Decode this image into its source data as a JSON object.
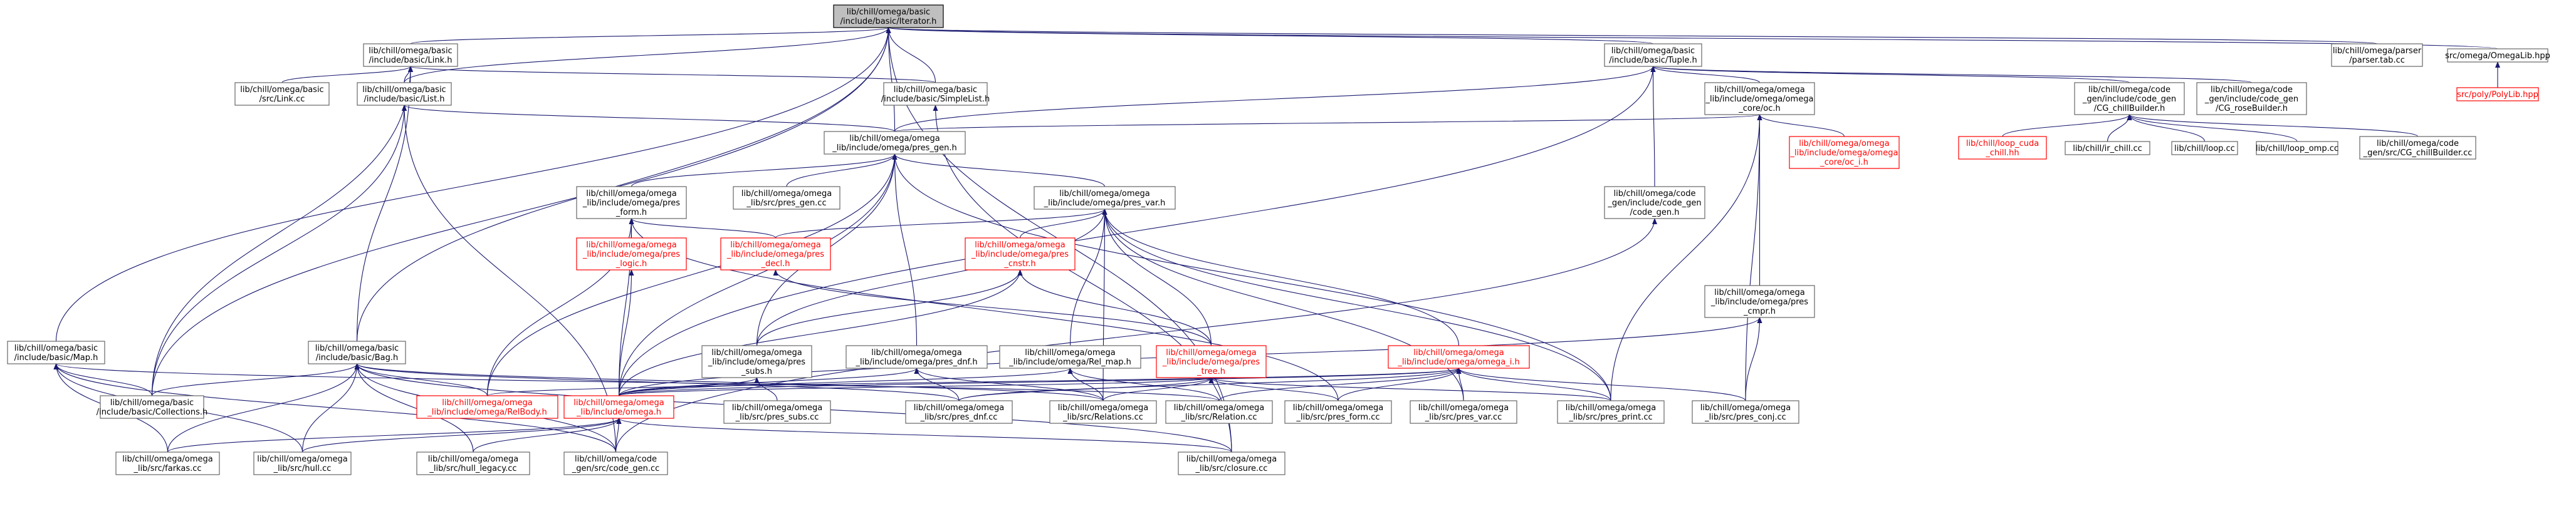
{
  "colors": {
    "edge": "#191970",
    "node_border": "#666666",
    "root_fill": "#bfbfbf",
    "missing_file_border": "#ff0000"
  },
  "nodes": [
    {
      "id": "iterator",
      "lines": [
        "lib/chill/omega/basic",
        "/include/basic/Iterator.h"
      ],
      "root": true
    },
    {
      "id": "link",
      "lines": [
        "lib/chill/omega/basic",
        "/include/basic/Link.h"
      ]
    },
    {
      "id": "tuple",
      "lines": [
        "lib/chill/omega/basic",
        "/include/basic/Tuple.h"
      ]
    },
    {
      "id": "parser",
      "lines": [
        "lib/chill/omega/parser",
        "/parser.tab.cc"
      ]
    },
    {
      "id": "omegalib",
      "lines": [
        "src/omega/OmegaLib.hpp"
      ]
    },
    {
      "id": "polylib",
      "lines": [
        "src/poly/PolyLib.hpp"
      ],
      "red": true
    },
    {
      "id": "link_cc",
      "lines": [
        "lib/chill/omega/basic",
        "/src/Link.cc"
      ]
    },
    {
      "id": "list",
      "lines": [
        "lib/chill/omega/basic",
        "/include/basic/List.h"
      ]
    },
    {
      "id": "simplelist",
      "lines": [
        "lib/chill/omega/basic",
        "/include/basic/SimpleList.h"
      ]
    },
    {
      "id": "oc",
      "lines": [
        "lib/chill/omega/omega",
        "_lib/include/omega/omega",
        "_core/oc.h"
      ]
    },
    {
      "id": "cg_chillbuilder",
      "lines": [
        "lib/chill/omega/code",
        "_gen/include/code_gen",
        "/CG_chillBuilder.h"
      ]
    },
    {
      "id": "cg_rosebuilder",
      "lines": [
        "lib/chill/omega/code",
        "_gen/include/code_gen",
        "/CG_roseBuilder.h"
      ]
    },
    {
      "id": "pres_gen",
      "lines": [
        "lib/chill/omega/omega",
        "_lib/include/omega/pres_gen.h"
      ]
    },
    {
      "id": "oc_i",
      "lines": [
        "lib/chill/omega/omega",
        "_lib/include/omega/omega",
        "_core/oc_i.h"
      ],
      "red": true
    },
    {
      "id": "loop_cuda",
      "lines": [
        "lib/chill/loop_cuda",
        "_chill.hh"
      ],
      "red": true
    },
    {
      "id": "ir_chill",
      "lines": [
        "lib/chill/ir_chill.cc"
      ]
    },
    {
      "id": "loop_cc",
      "lines": [
        "lib/chill/loop.cc"
      ]
    },
    {
      "id": "loop_omp",
      "lines": [
        "lib/chill/loop_omp.cc"
      ]
    },
    {
      "id": "cg_chillbuilder_cc",
      "lines": [
        "lib/chill/omega/code",
        "_gen/src/CG_chillBuilder.cc"
      ]
    },
    {
      "id": "pres_form",
      "lines": [
        "lib/chill/omega/omega",
        "_lib/include/omega/pres",
        "_form.h"
      ]
    },
    {
      "id": "pres_gen_cc",
      "lines": [
        "lib/chill/omega/omega",
        "_lib/src/pres_gen.cc"
      ]
    },
    {
      "id": "pres_var",
      "lines": [
        "lib/chill/omega/omega",
        "_lib/include/omega/pres_var.h"
      ]
    },
    {
      "id": "code_gen_h",
      "lines": [
        "lib/chill/omega/code",
        "_gen/include/code_gen",
        "/code_gen.h"
      ]
    },
    {
      "id": "pres_logic",
      "lines": [
        "lib/chill/omega/omega",
        "_lib/include/omega/pres",
        "_logic.h"
      ],
      "red": true
    },
    {
      "id": "pres_decl",
      "lines": [
        "lib/chill/omega/omega",
        "_lib/include/omega/pres",
        "_decl.h"
      ],
      "red": true
    },
    {
      "id": "pres_cnstr",
      "lines": [
        "lib/chill/omega/omega",
        "_lib/include/omega/pres",
        "_cnstr.h"
      ],
      "red": true
    },
    {
      "id": "pres_cmpr",
      "lines": [
        "lib/chill/omega/omega",
        "_lib/include/omega/pres",
        "_cmpr.h"
      ]
    },
    {
      "id": "map_h",
      "lines": [
        "lib/chill/omega/basic",
        "/include/basic/Map.h"
      ]
    },
    {
      "id": "bag_h",
      "lines": [
        "lib/chill/omega/basic",
        "/include/basic/Bag.h"
      ]
    },
    {
      "id": "pres_subs",
      "lines": [
        "lib/chill/omega/omega",
        "_lib/include/omega/pres",
        "_subs.h"
      ]
    },
    {
      "id": "pres_dnf",
      "lines": [
        "lib/chill/omega/omega",
        "_lib/include/omega/pres_dnf.h"
      ]
    },
    {
      "id": "rel_map",
      "lines": [
        "lib/chill/omega/omega",
        "_lib/include/omega/Rel_map.h"
      ]
    },
    {
      "id": "pres_tree",
      "lines": [
        "lib/chill/omega/omega",
        "_lib/include/omega/pres",
        "_tree.h"
      ],
      "red": true
    },
    {
      "id": "omega_i",
      "lines": [
        "lib/chill/omega/omega",
        "_lib/include/omega/omega_i.h"
      ],
      "red": true
    },
    {
      "id": "relbody",
      "lines": [
        "lib/chill/omega/omega",
        "_lib/include/omega/RelBody.h"
      ],
      "red": true
    },
    {
      "id": "omega_h",
      "lines": [
        "lib/chill/omega/omega",
        "_lib/include/omega.h"
      ],
      "red": true
    },
    {
      "id": "pres_subs_cc",
      "lines": [
        "lib/chill/omega/omega",
        "_lib/src/pres_subs.cc"
      ]
    },
    {
      "id": "pres_dnf_cc",
      "lines": [
        "lib/chill/omega/omega",
        "_lib/src/pres_dnf.cc"
      ]
    },
    {
      "id": "relations_cc",
      "lines": [
        "lib/chill/omega/omega",
        "_lib/src/Relations.cc"
      ]
    },
    {
      "id": "relation_cc",
      "lines": [
        "lib/chill/omega/omega",
        "_lib/src/Relation.cc"
      ]
    },
    {
      "id": "pres_form_cc",
      "lines": [
        "lib/chill/omega/omega",
        "_lib/src/pres_form.cc"
      ]
    },
    {
      "id": "pres_var_cc",
      "lines": [
        "lib/chill/omega/omega",
        "_lib/src/pres_var.cc"
      ]
    },
    {
      "id": "pres_print_cc",
      "lines": [
        "lib/chill/omega/omega",
        "_lib/src/pres_print.cc"
      ]
    },
    {
      "id": "pres_conj_cc",
      "lines": [
        "lib/chill/omega/omega",
        "_lib/src/pres_conj.cc"
      ]
    },
    {
      "id": "collections",
      "lines": [
        "lib/chill/omega/basic",
        "/include/basic/Collections.h"
      ]
    },
    {
      "id": "farkas_cc",
      "lines": [
        "lib/chill/omega/omega",
        "_lib/src/farkas.cc"
      ]
    },
    {
      "id": "hull_cc",
      "lines": [
        "lib/chill/omega/omega",
        "_lib/src/hull.cc"
      ]
    },
    {
      "id": "hull_legacy_cc",
      "lines": [
        "lib/chill/omega/omega",
        "_lib/src/hull_legacy.cc"
      ]
    },
    {
      "id": "code_gen_cc",
      "lines": [
        "lib/chill/omega/code",
        "_gen/src/code_gen.cc"
      ]
    },
    {
      "id": "closure_cc",
      "lines": [
        "lib/chill/omega/omega",
        "_lib/src/closure.cc"
      ]
    }
  ],
  "edges": [
    [
      "iterator",
      "link"
    ],
    [
      "iterator",
      "tuple"
    ],
    [
      "iterator",
      "parser"
    ],
    [
      "iterator",
      "omegalib"
    ],
    [
      "iterator",
      "list"
    ],
    [
      "iterator",
      "simplelist"
    ],
    [
      "iterator",
      "pres_gen"
    ],
    [
      "iterator",
      "map_h"
    ],
    [
      "iterator",
      "bag_h"
    ],
    [
      "iterator",
      "collections"
    ],
    [
      "iterator",
      "closure_cc"
    ],
    [
      "omegalib",
      "polylib"
    ],
    [
      "link",
      "link_cc"
    ],
    [
      "link",
      "list"
    ],
    [
      "link",
      "simplelist"
    ],
    [
      "link",
      "bag_h"
    ],
    [
      "link",
      "collections"
    ],
    [
      "list",
      "pres_gen"
    ],
    [
      "list",
      "collections"
    ],
    [
      "list",
      "code_gen_cc"
    ],
    [
      "simplelist",
      "closure_cc"
    ],
    [
      "tuple",
      "oc"
    ],
    [
      "tuple",
      "cg_chillbuilder"
    ],
    [
      "tuple",
      "cg_rosebuilder"
    ],
    [
      "tuple",
      "pres_gen"
    ],
    [
      "tuple",
      "code_gen_h"
    ],
    [
      "tuple",
      "omega_h"
    ],
    [
      "oc",
      "pres_gen"
    ],
    [
      "oc",
      "oc_i"
    ],
    [
      "oc",
      "pres_cmpr"
    ],
    [
      "oc",
      "pres_print_cc"
    ],
    [
      "oc",
      "pres_conj_cc"
    ],
    [
      "cg_chillbuilder",
      "loop_cuda"
    ],
    [
      "cg_chillbuilder",
      "ir_chill"
    ],
    [
      "cg_chillbuilder",
      "loop_cc"
    ],
    [
      "cg_chillbuilder",
      "loop_omp"
    ],
    [
      "cg_chillbuilder",
      "cg_chillbuilder_cc"
    ],
    [
      "pres_gen",
      "pres_form"
    ],
    [
      "pres_gen",
      "pres_gen_cc"
    ],
    [
      "pres_gen",
      "pres_var"
    ],
    [
      "pres_gen",
      "pres_dnf"
    ],
    [
      "pres_gen",
      "pres_subs"
    ],
    [
      "pres_gen",
      "pres_print_cc"
    ],
    [
      "pres_gen",
      "relbody"
    ],
    [
      "pres_gen",
      "omega_h"
    ],
    [
      "pres_form",
      "pres_logic"
    ],
    [
      "pres_form",
      "pres_decl"
    ],
    [
      "pres_form",
      "omega_h"
    ],
    [
      "pres_form",
      "relbody"
    ],
    [
      "pres_form",
      "pres_form_cc"
    ],
    [
      "pres_var",
      "pres_decl"
    ],
    [
      "pres_var",
      "pres_cnstr"
    ],
    [
      "pres_var",
      "pres_tree"
    ],
    [
      "pres_var",
      "omega_i"
    ],
    [
      "pres_var",
      "rel_map"
    ],
    [
      "pres_var",
      "pres_subs"
    ],
    [
      "pres_var",
      "pres_var_cc"
    ],
    [
      "pres_var",
      "pres_print_cc"
    ],
    [
      "pres_var",
      "relations_cc"
    ],
    [
      "pres_logic",
      "omega_h"
    ],
    [
      "pres_decl",
      "pres_tree"
    ],
    [
      "pres_cnstr",
      "omega_h"
    ],
    [
      "pres_cnstr",
      "pres_tree"
    ],
    [
      "pres_cnstr",
      "pres_subs"
    ],
    [
      "pres_cmpr",
      "omega_h"
    ],
    [
      "pres_cmpr",
      "pres_conj_cc"
    ],
    [
      "code_gen_h",
      "code_gen_cc"
    ],
    [
      "map_h",
      "collections"
    ],
    [
      "map_h",
      "farkas_cc"
    ],
    [
      "map_h",
      "hull_cc"
    ],
    [
      "map_h",
      "code_gen_cc"
    ],
    [
      "map_h",
      "relation_cc"
    ],
    [
      "bag_h",
      "collections"
    ],
    [
      "bag_h",
      "farkas_cc"
    ],
    [
      "bag_h",
      "hull_cc"
    ],
    [
      "bag_h",
      "hull_legacy_cc"
    ],
    [
      "bag_h",
      "code_gen_cc"
    ],
    [
      "bag_h",
      "closure_cc"
    ],
    [
      "bag_h",
      "pres_dnf_cc"
    ],
    [
      "bag_h",
      "relations_cc"
    ],
    [
      "bag_h",
      "relbody"
    ],
    [
      "pres_subs",
      "omega_h"
    ],
    [
      "pres_subs",
      "pres_subs_cc"
    ],
    [
      "pres_dnf",
      "omega_h"
    ],
    [
      "pres_dnf",
      "pres_dnf_cc"
    ],
    [
      "pres_dnf",
      "relations_cc"
    ],
    [
      "rel_map",
      "omega_h"
    ],
    [
      "rel_map",
      "relations_cc"
    ],
    [
      "rel_map",
      "relation_cc"
    ],
    [
      "pres_tree",
      "omega_h"
    ],
    [
      "pres_tree",
      "pres_dnf_cc"
    ],
    [
      "pres_tree",
      "relations_cc"
    ],
    [
      "pres_tree",
      "pres_form_cc"
    ],
    [
      "pres_tree",
      "pres_print_cc"
    ],
    [
      "omega_i",
      "omega_h"
    ],
    [
      "omega_i",
      "relbody"
    ],
    [
      "omega_i",
      "relation_cc"
    ],
    [
      "omega_i",
      "pres_form_cc"
    ],
    [
      "omega_i",
      "pres_var_cc"
    ],
    [
      "omega_i",
      "pres_print_cc"
    ],
    [
      "omega_i",
      "pres_conj_cc"
    ],
    [
      "omega_i",
      "pres_dnf_cc"
    ],
    [
      "omega_h",
      "farkas_cc"
    ],
    [
      "omega_h",
      "hull_cc"
    ],
    [
      "omega_h",
      "hull_legacy_cc"
    ],
    [
      "omega_h",
      "code_gen_cc"
    ],
    [
      "omega_h",
      "closure_cc"
    ]
  ]
}
